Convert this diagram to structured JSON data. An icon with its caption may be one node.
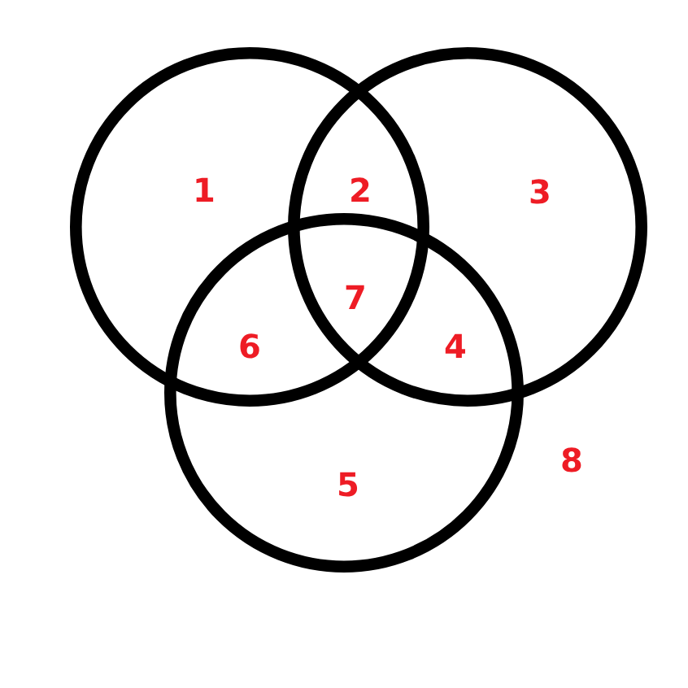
{
  "diagram": {
    "nodes": [
      {
        "text": [],
        "shape": "circle"
      },
      {
        "text": [],
        "shape": "circle"
      },
      {
        "text": [],
        "shape": "circle"
      }
    ],
    "edges": [],
    "labels": [
      "1",
      "2",
      "3",
      "7",
      "6",
      "4",
      "5",
      "8"
    ]
  }
}
